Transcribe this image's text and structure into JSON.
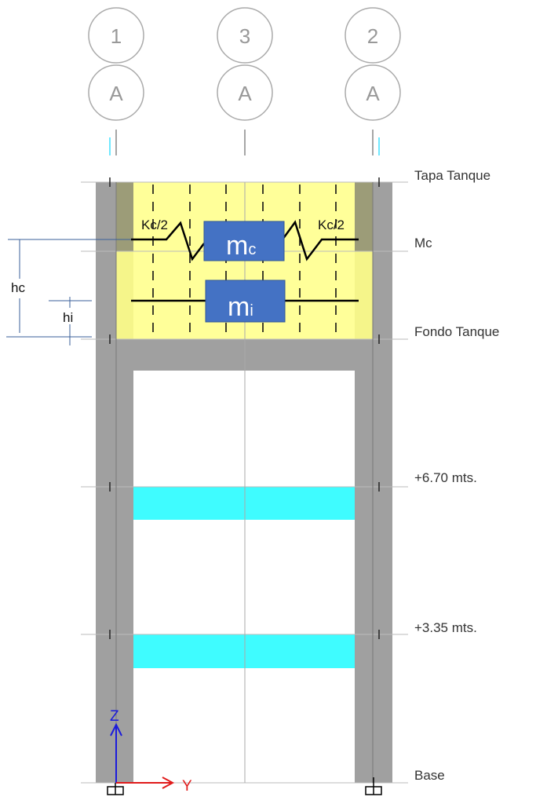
{
  "grid_bubbles": [
    {
      "number": "1",
      "letter": "A"
    },
    {
      "number": "3",
      "letter": "A"
    },
    {
      "number": "2",
      "letter": "A"
    }
  ],
  "levels": [
    "Tapa Tanque",
    "Mc",
    "Fondo Tanque",
    "+6.70 mts.",
    "+3.35 mts.",
    "Base"
  ],
  "masses": {
    "convective": "m",
    "convective_sub": "c",
    "impulsive": "m",
    "impulsive_sub": "i"
  },
  "springs": {
    "left": "Kc/2",
    "right": "Kc/2"
  },
  "dimensions": {
    "hc": "hc",
    "hi": "hi"
  },
  "axes": {
    "vertical": "Z",
    "horizontal": "Y"
  },
  "colors": {
    "column": "#a0a0a0",
    "water": "#ffff99",
    "beam": "#3ffcff",
    "mass": "#4472c4",
    "axis_z": "#1a1adc",
    "axis_y": "#e01a1a"
  }
}
